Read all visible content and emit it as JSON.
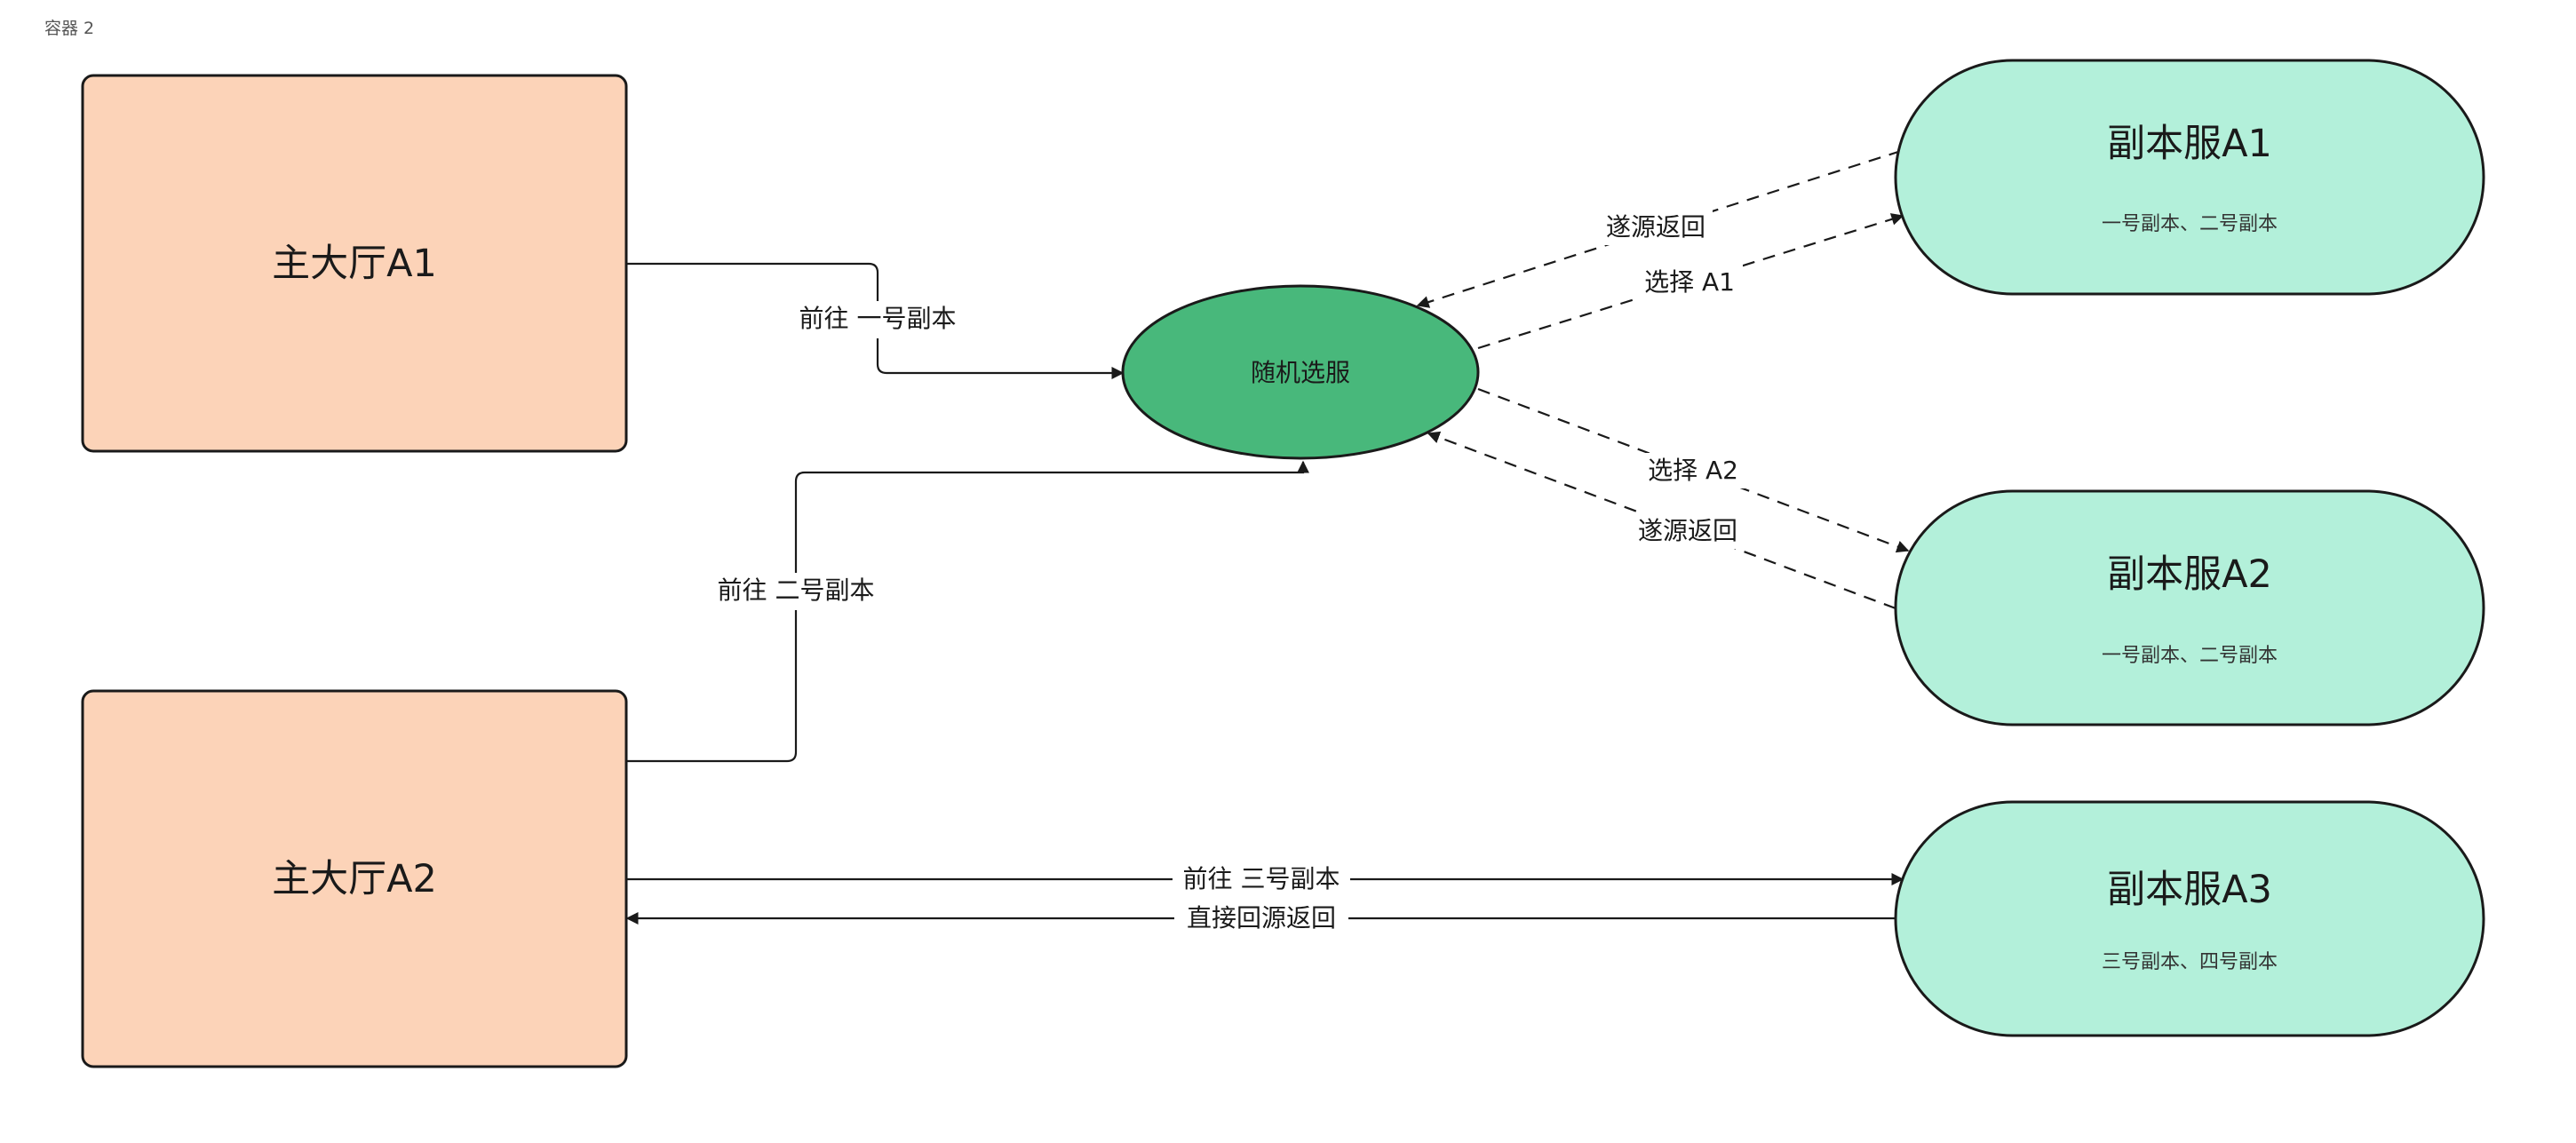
{
  "container": {
    "label": "容器 2"
  },
  "nodes": {
    "hall_a1": {
      "title": "主大厅A1"
    },
    "hall_a2": {
      "title": "主大厅A2"
    },
    "selector": {
      "title": "随机选服"
    },
    "server_a1": {
      "title": "副本服A1",
      "subtitle": "一号副本、二号副本"
    },
    "server_a2": {
      "title": "副本服A2",
      "subtitle": "一号副本、二号副本"
    },
    "server_a3": {
      "title": "副本服A3",
      "subtitle": "三号副本、四号副本"
    }
  },
  "edges": {
    "hall_a1_to_selector": "前往 一号副本",
    "hall_a2_to_selector": "前往 二号副本",
    "a1_return": "遂源返回",
    "select_a1": "选择 A1",
    "select_a2": "选择 A2",
    "a2_return": "遂源返回",
    "hall_a2_to_a3": "前往 三号副本",
    "a3_return": "直接回源返回"
  },
  "colors": {
    "hall_fill": "#fcd3b8",
    "selector_fill": "#48b87b",
    "server_fill": "#b3f0da",
    "stroke": "#1a1a1a"
  }
}
